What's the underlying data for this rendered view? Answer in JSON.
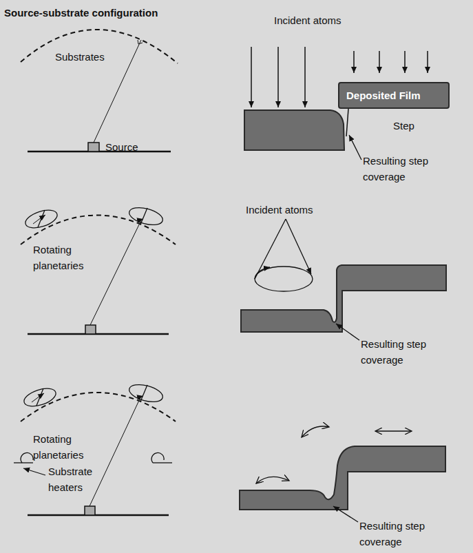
{
  "diagram": {
    "nodes": [
      {
        "text": [
          "Deposited Film"
        ]
      }
    ],
    "labels": [
      "Source-substrate configuration",
      "Substrates",
      "Source",
      "Incident atoms",
      "Step",
      "Resulting step coverage",
      "Rotating planetaries",
      "Incident atoms",
      "Resulting step coverage",
      "Rotating planetaries",
      "Substrate heaters",
      "Resulting step coverage"
    ]
  }
}
